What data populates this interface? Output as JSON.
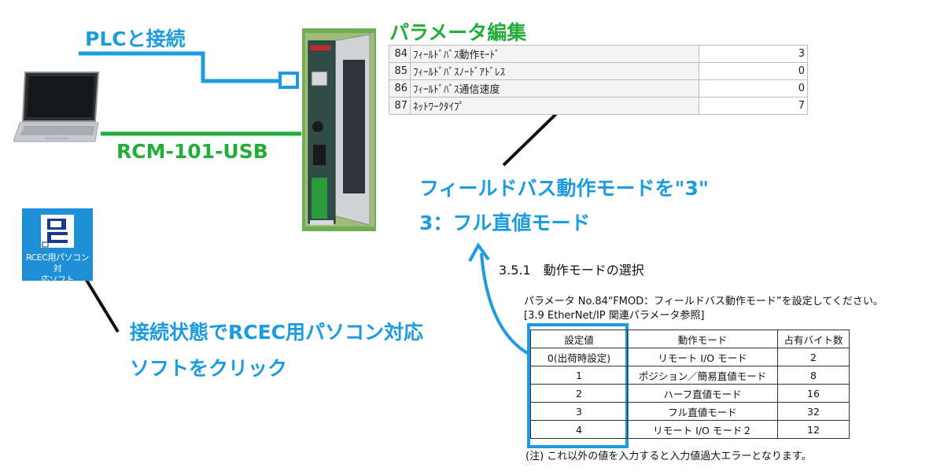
{
  "labels": {
    "plc_connect": "PLCと接続",
    "cable_model": "RCM-101-USB",
    "param_edit_title": "パラメータ編集",
    "fieldbus_note": "フィールドバス動作モードを\"3\"",
    "full_direct_note": "3：フル直値モード",
    "click_note_line1": "接続状態でRCEC用パソコン対応",
    "click_note_line2": "ソフトをクリック"
  },
  "shortcut": {
    "label_line1": "RCEC用パソコン対",
    "label_line2": "応ソフト"
  },
  "param_table": {
    "rows": [
      {
        "no": "84",
        "name": "ﾌｨｰﾙﾄﾞﾊﾞｽ動作ﾓｰﾄﾞ",
        "value": "3"
      },
      {
        "no": "85",
        "name": "ﾌｨｰﾙﾄﾞﾊﾞｽﾉｰﾄﾞｱﾄﾞﾚｽ",
        "value": "0"
      },
      {
        "no": "86",
        "name": "ﾌｨｰﾙﾄﾞﾊﾞｽ通信速度",
        "value": "0"
      },
      {
        "no": "87",
        "name": "ﾈｯﾄﾜｰｸﾀｲﾌﾟ",
        "value": "7"
      }
    ]
  },
  "doc": {
    "section_heading": "3.5.1　動作モードの選択",
    "instruction": "パラメータ No.84“FMOD：フィールドバス動作モード”を設定してください。",
    "reference": "[3.9 EtherNet/IP 関連パラメータ参照]",
    "table": {
      "headers": [
        "設定値",
        "動作モード",
        "占有バイト数"
      ],
      "rows": [
        [
          "0(出荷時設定)",
          "リモート I/O モード",
          "2"
        ],
        [
          "1",
          "ポジション／簡易直値モード",
          "8"
        ],
        [
          "2",
          "ハーフ直値モード",
          "16"
        ],
        [
          "3",
          "フル直値モード",
          "32"
        ],
        [
          "4",
          "リモート I/O モード２",
          "12"
        ]
      ]
    },
    "note": "(注)  これ以外の値を入力すると入力値過大エラーとなります。"
  },
  "colors": {
    "accent_blue": "#1c9be0",
    "accent_green": "#22ad38",
    "shortcut_bg": "#1e8fd6"
  }
}
